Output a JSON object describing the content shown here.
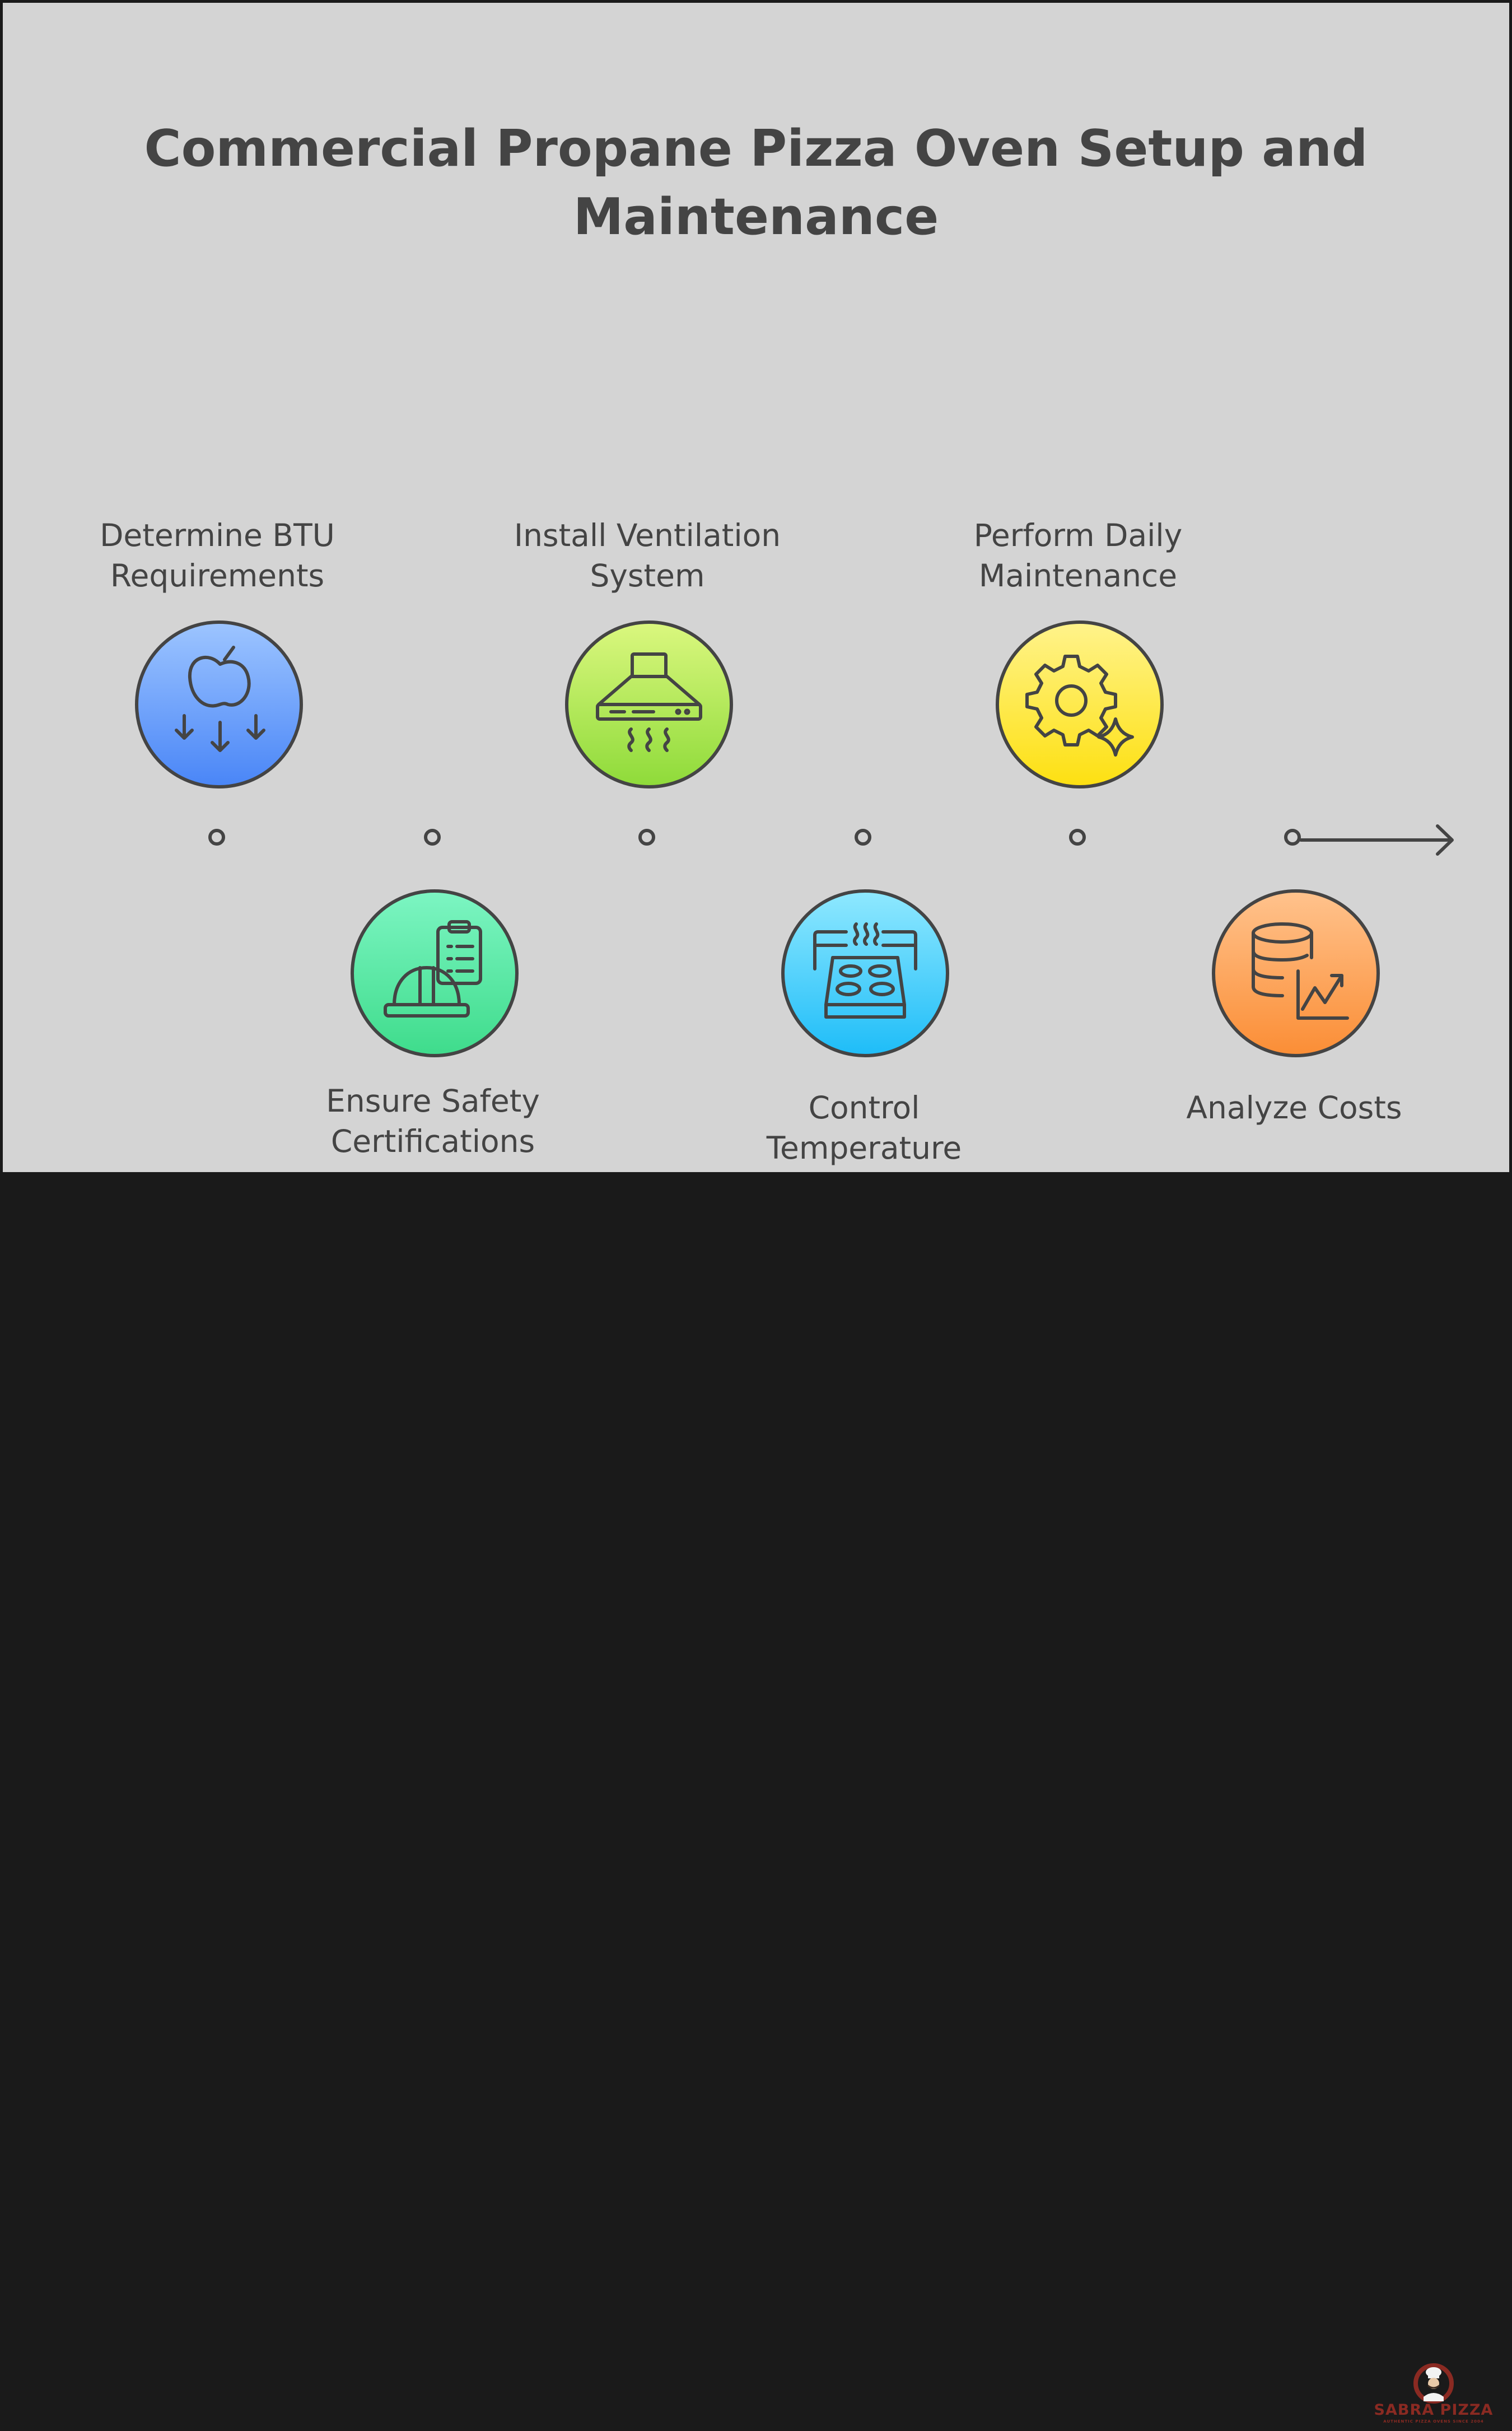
{
  "title": {
    "line1": "Commercial Propane Pizza Oven Setup and",
    "line2": "Maintenance"
  },
  "steps": [
    {
      "line1": "Determine BTU",
      "line2": "Requirements",
      "icon": "apple-heat-icon",
      "color": "#5a90f8"
    },
    {
      "line1": "Ensure Safety",
      "line2": "Certifications",
      "icon": "hardhat-clipboard-icon",
      "color": "#4be39a"
    },
    {
      "line1": "Install Ventilation",
      "line2": "System",
      "icon": "range-hood-icon",
      "color": "#a6e447"
    },
    {
      "line1": "Control Temperature",
      "line2": "",
      "icon": "oven-tray-icon",
      "color": "#34c6fa"
    },
    {
      "line1": "Perform Daily",
      "line2": "Maintenance",
      "icon": "gear-sparkle-icon",
      "color": "#fde523"
    },
    {
      "line1": "Analyze Costs",
      "line2": "",
      "icon": "database-chart-icon",
      "color": "#fb9a46"
    }
  ],
  "logo": {
    "name": "SABRA PIZZA",
    "tagline": "AUTHENTIC PIZZA OVENS SINCE 2004"
  }
}
